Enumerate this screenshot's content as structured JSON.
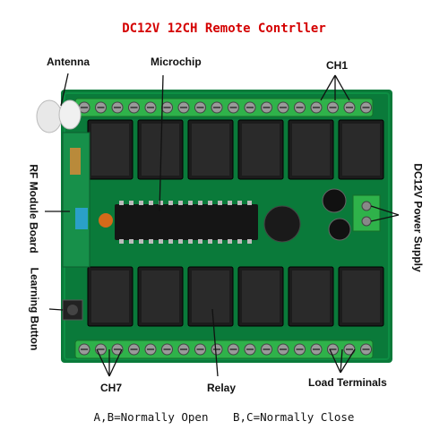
{
  "title": "DC12V 12CH Remote Contrller",
  "labels": {
    "antenna": "Antenna",
    "microchip": "Microchip",
    "ch1": "CH1",
    "rf_module_board": "RF Module Board",
    "dc12v_power_supply": "DC12V Power Supply",
    "learning_button": "Learning Button",
    "ch7": "CH7",
    "relay": "Relay",
    "load_terminals": "Load Terminals"
  },
  "footer": {
    "normally_open": "A,B=Normally Open",
    "normally_close": "B,C=Normally Close"
  },
  "relay_count": 12,
  "colors": {
    "title": "#d40000",
    "pcb": "#0a7a3a",
    "relay": "#1c1c1c",
    "terminal": "#2fb24a",
    "chip": "#151515"
  }
}
